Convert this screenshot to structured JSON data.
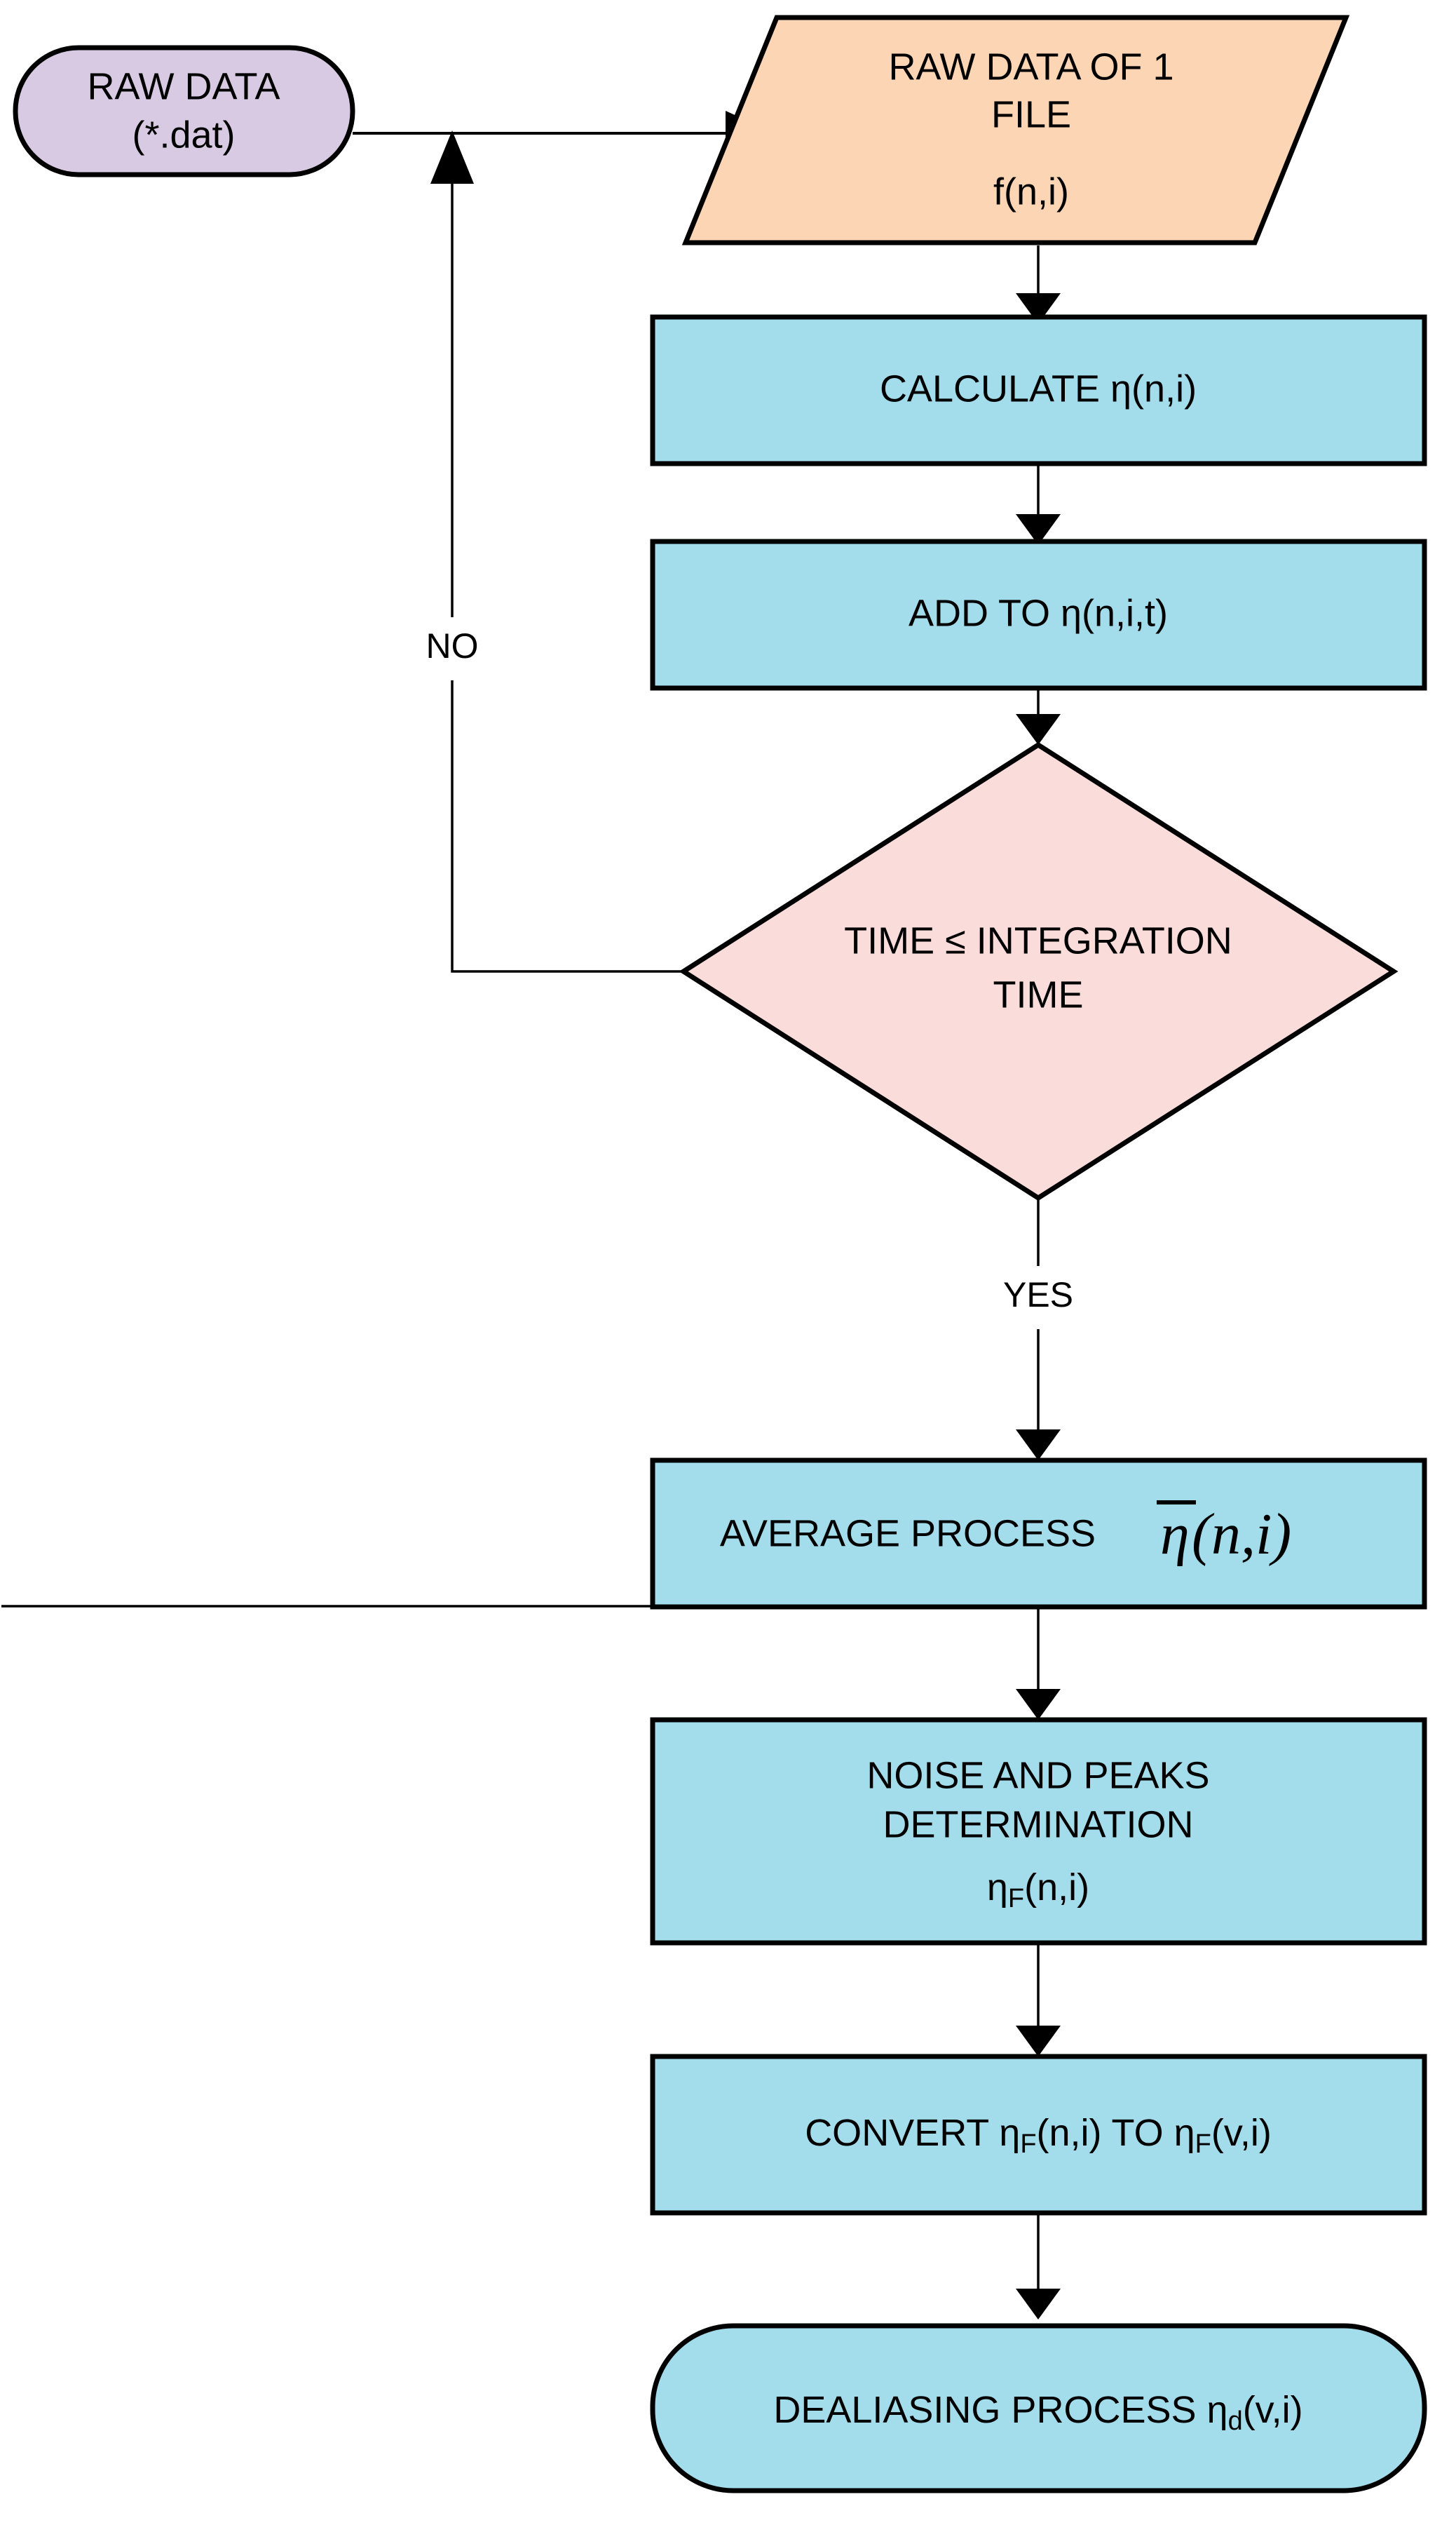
{
  "diagram": {
    "title": "Data processing flowchart",
    "background": "#ffffff",
    "colors": {
      "terminator_purple": "#d9cae4",
      "io_peach": "#fcd5b5",
      "process_blue": "#a3dceb",
      "decision_pink": "#fadcdb",
      "outline": "#000000",
      "text": "#000000"
    },
    "nodes": [
      {
        "id": "raw-data",
        "shape": "terminator",
        "fill": "#d9cae4",
        "lines": [
          "RAW DATA",
          "(*.dat)"
        ]
      },
      {
        "id": "raw-data-file",
        "shape": "parallelogram",
        "fill": "#fcd5b5",
        "lines": [
          "RAW DATA OF 1",
          "FILE",
          "f(n,i)"
        ]
      },
      {
        "id": "calculate-eta",
        "shape": "process",
        "fill": "#a3dceb",
        "lines": [
          "CALCULATE η(n,i)"
        ]
      },
      {
        "id": "add-to-eta",
        "shape": "process",
        "fill": "#a3dceb",
        "lines": [
          "ADD TO  η(n,i,t)"
        ]
      },
      {
        "id": "time-check",
        "shape": "decision",
        "fill": "#fadcdb",
        "lines": [
          "TIME ≤ INTEGRATION",
          "TIME"
        ]
      },
      {
        "id": "average-process",
        "shape": "process",
        "fill": "#a3dceb",
        "lines": [
          "AVERAGE PROCESS"
        ],
        "formula": {
          "symbol": "η",
          "overline": true,
          "args": "(n,i)"
        }
      },
      {
        "id": "noise-peaks",
        "shape": "process",
        "fill": "#a3dceb",
        "lines": [
          "NOISE AND PEAKS",
          "DETERMINATION"
        ],
        "formula_line": {
          "symbol": "η",
          "subscript": "F",
          "args": "(n,i)"
        }
      },
      {
        "id": "convert-eta",
        "shape": "process",
        "fill": "#a3dceb",
        "inline": {
          "prefix": "CONVERT ",
          "symbol1": "η",
          "sub1": "F",
          "args1": "(n,i)",
          "middle": " TO ",
          "symbol2": "η",
          "sub2": "F",
          "args2": "(v,i)"
        }
      },
      {
        "id": "dealiasing",
        "shape": "terminator",
        "fill": "#a3dceb",
        "inline": {
          "prefix": "DEALIASING PROCESS ",
          "symbol1": "η",
          "sub1": "d",
          "args1": "(v,i)"
        }
      }
    ],
    "edges": [
      {
        "id": "raw-to-file",
        "label": ""
      },
      {
        "id": "file-to-calculate",
        "label": ""
      },
      {
        "id": "calculate-to-add",
        "label": ""
      },
      {
        "id": "add-to-decision",
        "label": ""
      },
      {
        "id": "decision-no-loop",
        "label": "NO"
      },
      {
        "id": "decision-yes",
        "label": "YES"
      },
      {
        "id": "average-to-noise",
        "label": ""
      },
      {
        "id": "noise-to-convert",
        "label": ""
      },
      {
        "id": "convert-to-dealiasing",
        "label": ""
      }
    ]
  }
}
